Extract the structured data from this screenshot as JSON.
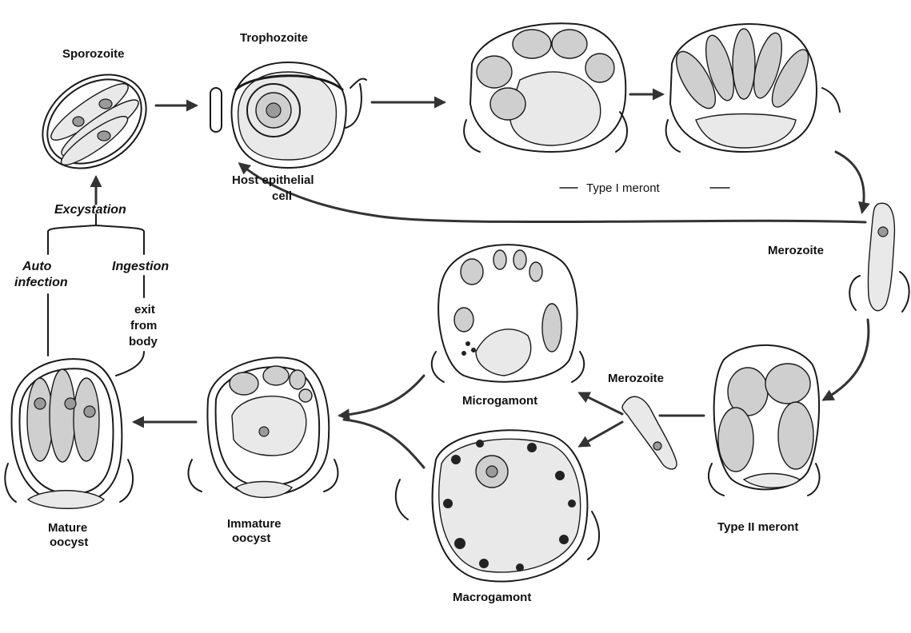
{
  "labels": {
    "sporozoite": "Sporozoite",
    "trophozoite": "Trophozoite",
    "host_cell": [
      "Host epithelial",
      "cell"
    ],
    "type1_meront": "Type I meront",
    "merozoite_right": "Merozoite",
    "merozoite_mid": "Merozoite",
    "type2_meront": "Type II meront",
    "microgamont": "Microgamont",
    "macrogamont": "Macrogamont",
    "immature_oocyst": [
      "Immature",
      "oocyst"
    ],
    "mature_oocyst": [
      "Mature",
      "oocyst"
    ],
    "excystation": "Excystation",
    "auto_infection": [
      "Auto",
      "infection"
    ],
    "ingestion": "Ingestion",
    "exit_from_body": [
      "exit",
      "from",
      "body"
    ]
  }
}
